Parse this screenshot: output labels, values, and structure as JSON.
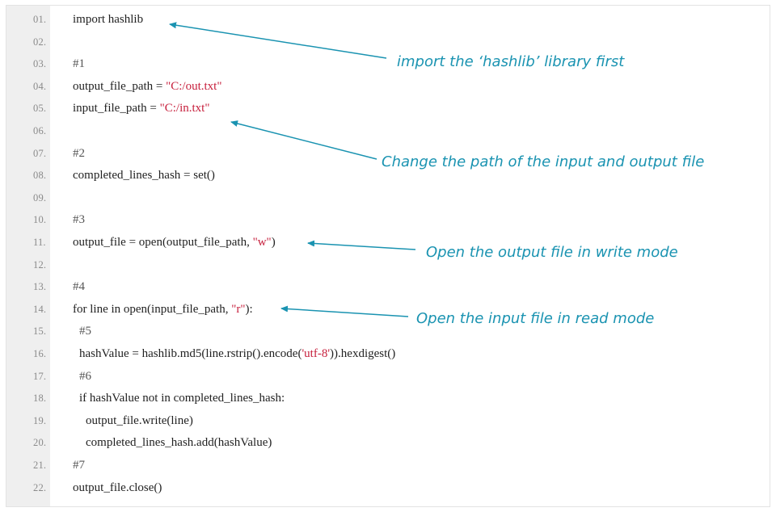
{
  "code_lines": [
    {
      "number": "01.",
      "parts": [
        {
          "text": "import hashlib",
          "kind": "plain"
        }
      ]
    },
    {
      "number": "02.",
      "parts": []
    },
    {
      "number": "03.",
      "parts": [
        {
          "text": "#1",
          "kind": "comment"
        }
      ]
    },
    {
      "number": "04.",
      "parts": [
        {
          "text": "output_file_path = ",
          "kind": "plain"
        },
        {
          "text": "\"C:/out.txt\"",
          "kind": "string"
        }
      ]
    },
    {
      "number": "05.",
      "parts": [
        {
          "text": "input_file_path = ",
          "kind": "plain"
        },
        {
          "text": "\"C:/in.txt\"",
          "kind": "string"
        }
      ]
    },
    {
      "number": "06.",
      "parts": []
    },
    {
      "number": "07.",
      "parts": [
        {
          "text": "#2",
          "kind": "comment"
        }
      ]
    },
    {
      "number": "08.",
      "parts": [
        {
          "text": "completed_lines_hash = set()",
          "kind": "plain"
        }
      ]
    },
    {
      "number": "09.",
      "parts": []
    },
    {
      "number": "10.",
      "parts": [
        {
          "text": "#3",
          "kind": "comment"
        }
      ]
    },
    {
      "number": "11.",
      "parts": [
        {
          "text": "output_file = open(output_file_path, ",
          "kind": "plain"
        },
        {
          "text": "\"w\"",
          "kind": "string"
        },
        {
          "text": ")",
          "kind": "plain"
        }
      ]
    },
    {
      "number": "12.",
      "parts": []
    },
    {
      "number": "13.",
      "parts": [
        {
          "text": "#4",
          "kind": "comment"
        }
      ]
    },
    {
      "number": "14.",
      "parts": [
        {
          "text": "for line in open(input_file_path, ",
          "kind": "plain"
        },
        {
          "text": "\"r\"",
          "kind": "string"
        },
        {
          "text": "):",
          "kind": "plain"
        }
      ]
    },
    {
      "number": "15.",
      "parts": [
        {
          "text": "#5",
          "kind": "comment"
        }
      ],
      "indent": 1
    },
    {
      "number": "16.",
      "parts": [
        {
          "text": "hashValue = hashlib.md5(line.rstrip().encode(",
          "kind": "plain"
        },
        {
          "text": "'utf-8'",
          "kind": "string"
        },
        {
          "text": ")).hexdigest()",
          "kind": "plain"
        }
      ],
      "indent": 1
    },
    {
      "number": "17.",
      "parts": [
        {
          "text": "#6",
          "kind": "comment"
        }
      ],
      "indent": 1
    },
    {
      "number": "18.",
      "parts": [
        {
          "text": "if hashValue not in completed_lines_hash:",
          "kind": "plain"
        }
      ],
      "indent": 1
    },
    {
      "number": "19.",
      "parts": [
        {
          "text": "output_file.write(line)",
          "kind": "plain"
        }
      ],
      "indent": 2
    },
    {
      "number": "20.",
      "parts": [
        {
          "text": "completed_lines_hash.add(hashValue)",
          "kind": "plain"
        }
      ],
      "indent": 2
    },
    {
      "number": "21.",
      "parts": [
        {
          "text": "#7",
          "kind": "comment"
        }
      ]
    },
    {
      "number": "22.",
      "parts": [
        {
          "text": "output_file.close()",
          "kind": "plain"
        }
      ]
    }
  ],
  "annotations": {
    "import_note": "import the ‘hashlib’ library first",
    "path_note": "Change the path of the input and output file",
    "output_note": "Open the output file in write mode",
    "input_note": "Open the input file in read mode"
  },
  "colors": {
    "gutter": "#efefef",
    "line_number": "#8a8a8a",
    "code_text": "#222222",
    "string_literal": "#c7203d",
    "annotation": "#1a93b1"
  }
}
